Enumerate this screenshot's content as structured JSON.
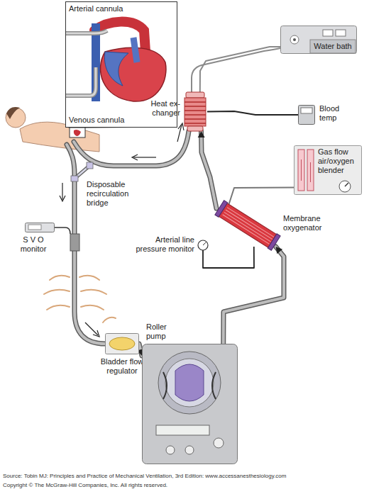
{
  "diagram": {
    "nodes": [
      {
        "text": [
          "Arterial cannula",
          "Venous cannula"
        ]
      },
      {
        "text": [
          "Water bath"
        ]
      },
      {
        "text": [
          "Heat ex- changer"
        ]
      },
      {
        "text": [
          "Blood temp"
        ]
      },
      {
        "text": [
          "Gas flow air/oxygen blender"
        ]
      },
      {
        "text": [
          "Membrane oxygenator"
        ]
      },
      {
        "text": [
          "Arterial line pressure monitor"
        ]
      },
      {
        "text": [
          "S V O monitor"
        ]
      },
      {
        "text": [
          "Bladder flow regulator"
        ]
      },
      {
        "text": [
          "Roller pump"
        ]
      }
    ],
    "edges": [
      {
        "from": 8,
        "to": 9,
        "arrow": "to"
      },
      {
        "from": 9,
        "to": 5,
        "arrow": "to"
      },
      {
        "from": 5,
        "to": 2,
        "arrow": "to"
      },
      {
        "from": 1,
        "to": 2,
        "arrow": "none"
      },
      {
        "from": 3,
        "to": 2,
        "arrow": "none"
      },
      {
        "from": 4,
        "to": 5,
        "arrow": "none"
      },
      {
        "from": 6,
        "to": 5,
        "arrow": "none"
      }
    ],
    "labels": [
      "Disposable recirculation bridge",
      "Source: Tobin MJ: Principles and Practice of Mechanical Ventilation, 3rd Edition: www.accessanesthesiology.com",
      "Copyright © The McGraw-Hill Companies, Inc. All rights reserved."
    ]
  }
}
